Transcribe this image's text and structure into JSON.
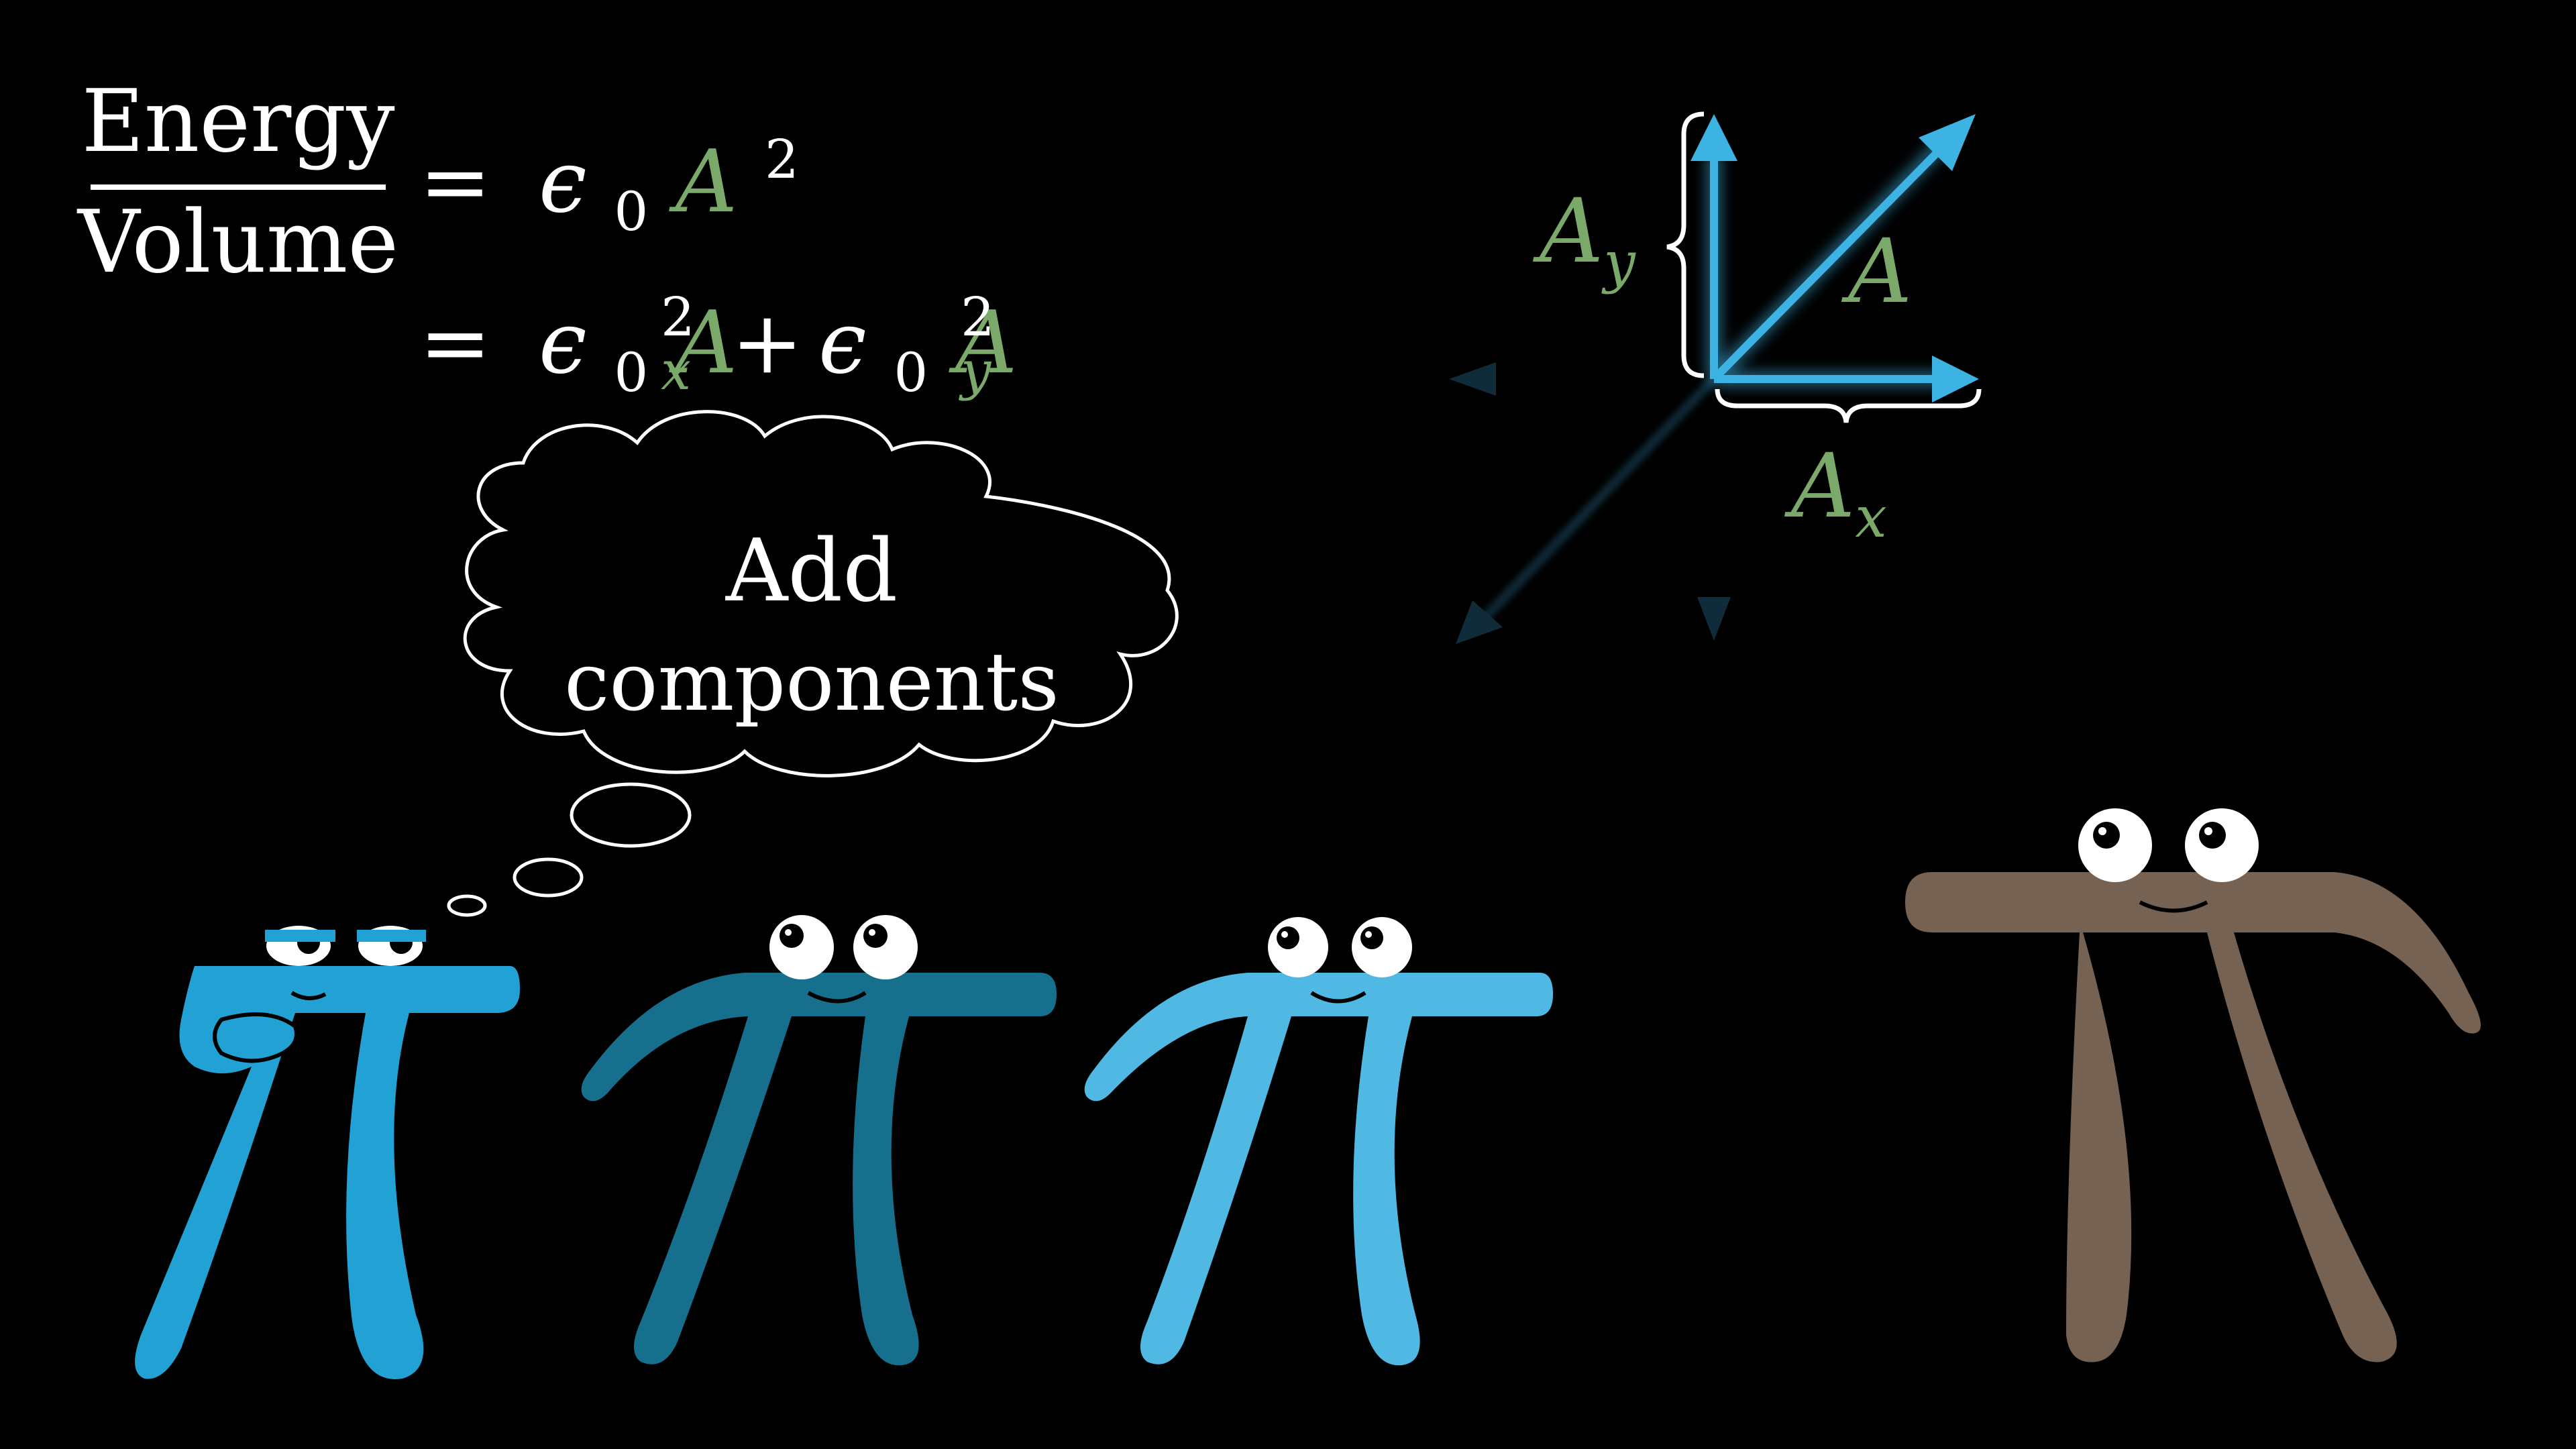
{
  "equation": {
    "numerator": "Energy",
    "denominator": "Volume",
    "line1": {
      "equals": "=",
      "eps": "ϵ",
      "eps_sub": "0",
      "var": "A",
      "sup": "2"
    },
    "line2": {
      "equals": "=",
      "term1": {
        "eps": "ϵ",
        "eps_sub": "0",
        "var": "A",
        "sup": "2",
        "sub": "x"
      },
      "plus": "+",
      "term2": {
        "eps": "ϵ",
        "eps_sub": "0",
        "var": "A",
        "sup": "2",
        "sub": "y"
      }
    }
  },
  "vector_diagram": {
    "label_a": "A",
    "label_ax": {
      "var": "A",
      "sub": "x"
    },
    "label_ay": {
      "var": "A",
      "sub": "y"
    }
  },
  "thought_bubble": {
    "line1": "Add",
    "line2": "components"
  },
  "characters": [
    {
      "name": "pi-creature-thinking",
      "color": "#22a1d4"
    },
    {
      "name": "pi-creature-dark-blue",
      "color": "#166f8c"
    },
    {
      "name": "pi-creature-light-blue",
      "color": "#4fb9e3"
    },
    {
      "name": "pi-creature-brown",
      "color": "#766252"
    }
  ],
  "colors": {
    "background": "#000000",
    "text": "#ffffff",
    "math_variable": "#7aa96a",
    "vector_arrow": "#3db3e4"
  }
}
